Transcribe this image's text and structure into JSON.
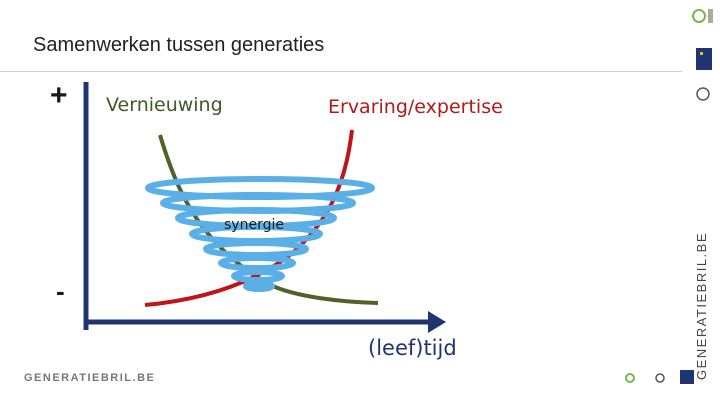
{
  "slide": {
    "title": "Samenwerken tussen generaties"
  },
  "diagram": {
    "plus_sign": "+",
    "minus_sign": "-",
    "label_renewal": "Vernieuwing",
    "label_experience": "Ervaring/expertise",
    "label_synergy": "synergie",
    "label_time": "(leef)tijd",
    "colors": {
      "renewal_curve": "#4f6228",
      "experience_curve": "#c0141b",
      "axis": "#1f3573",
      "spiral": "#5ab0e6"
    }
  },
  "branding": {
    "footer_logo": "GENERATIEBRIL.BE",
    "side_text": "GENERATIEBRIL.BE",
    "partner_logos": [
      "vlaanderen-logo-icon",
      "esf-logo-icon",
      "fonds-logo-icon"
    ]
  }
}
